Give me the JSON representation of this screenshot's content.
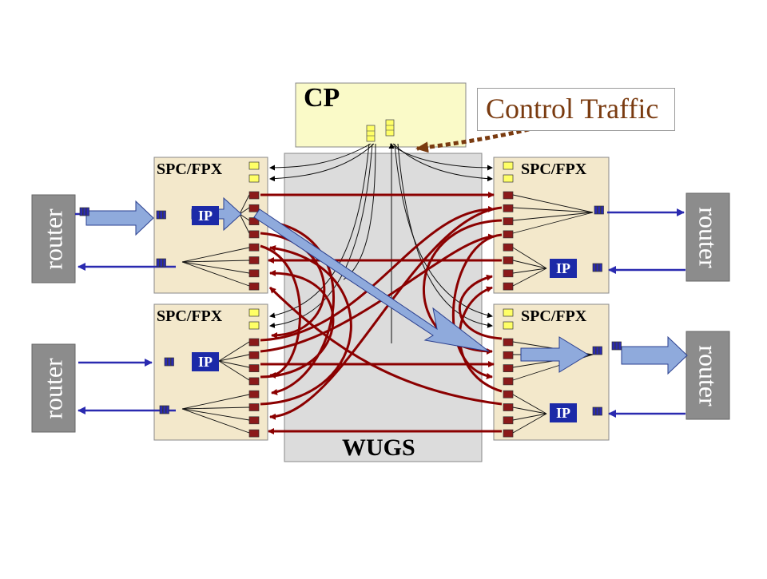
{
  "cp": {
    "title": "CP"
  },
  "control_traffic": {
    "label": "Control Traffic"
  },
  "fabric": {
    "label": "WUGS"
  },
  "ports": [
    {
      "label": "SPC/FPX",
      "ip": "IP",
      "router": "router"
    },
    {
      "label": "SPC/FPX",
      "ip": "IP",
      "router": "router"
    },
    {
      "label": "SPC/FPX",
      "ip": "IP",
      "router": "router"
    },
    {
      "label": "SPC/FPX",
      "ip": "IP",
      "router": "router"
    }
  ],
  "colors": {
    "cp_fill": "#fafac8",
    "port_fill": "#f3e8cb",
    "fabric_fill": "#dcdcdc",
    "router_fill": "#8c8c8c",
    "data_link": "#8b0000",
    "ip_fill": "#1c2aa8",
    "flow_arrow": "#8faadc",
    "link_blue": "#2a2ab0",
    "control_arrow": "#7a3b10"
  }
}
